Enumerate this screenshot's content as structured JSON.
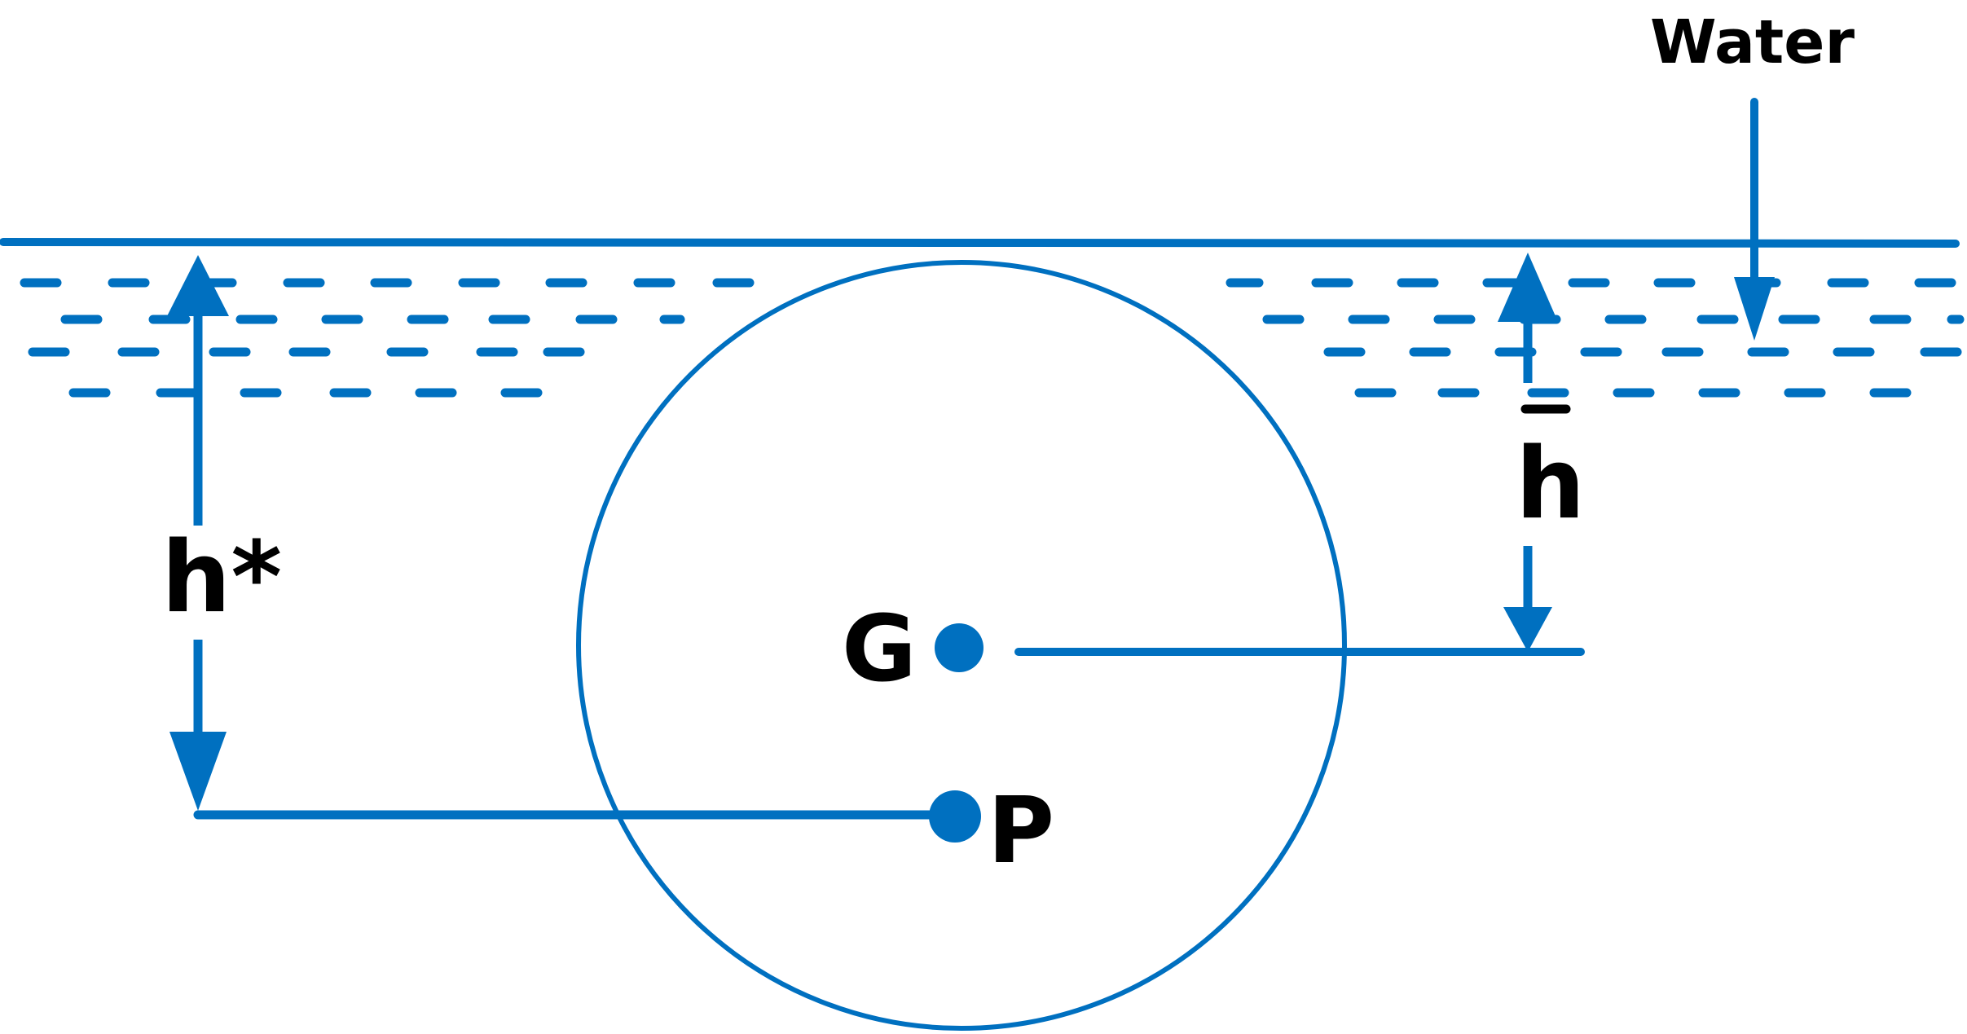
{
  "labels": {
    "water": "Water",
    "h_star": "h*",
    "h_bar": "h",
    "centroid": "G",
    "pressure_center": "P"
  },
  "colors": {
    "line": "#0070c0",
    "text": "#000000",
    "background": "#ffffff"
  }
}
